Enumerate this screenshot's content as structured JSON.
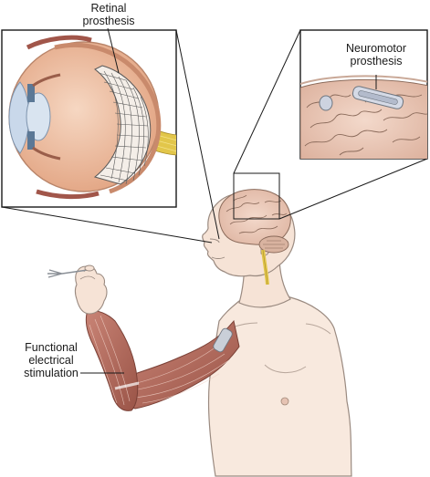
{
  "labels": {
    "retinal": [
      "Retinal",
      "prosthesis"
    ],
    "neuromotor": [
      "Neuromotor",
      "prosthesis"
    ],
    "fes": [
      "Functional",
      "electrical",
      "stimulation"
    ]
  },
  "colors": {
    "skin": "#f6e3d6",
    "skin_outline": "#9a8a80",
    "brain": "#e9c9b8",
    "brain_outline": "#8a6a5a",
    "muscle": "#b57063",
    "muscle_dark": "#8e4c40",
    "eye_outer": "#e9b595",
    "cornea": "#c9d8ea",
    "nerve": "#e2c64a",
    "callout_line": "#1a1a1a"
  }
}
